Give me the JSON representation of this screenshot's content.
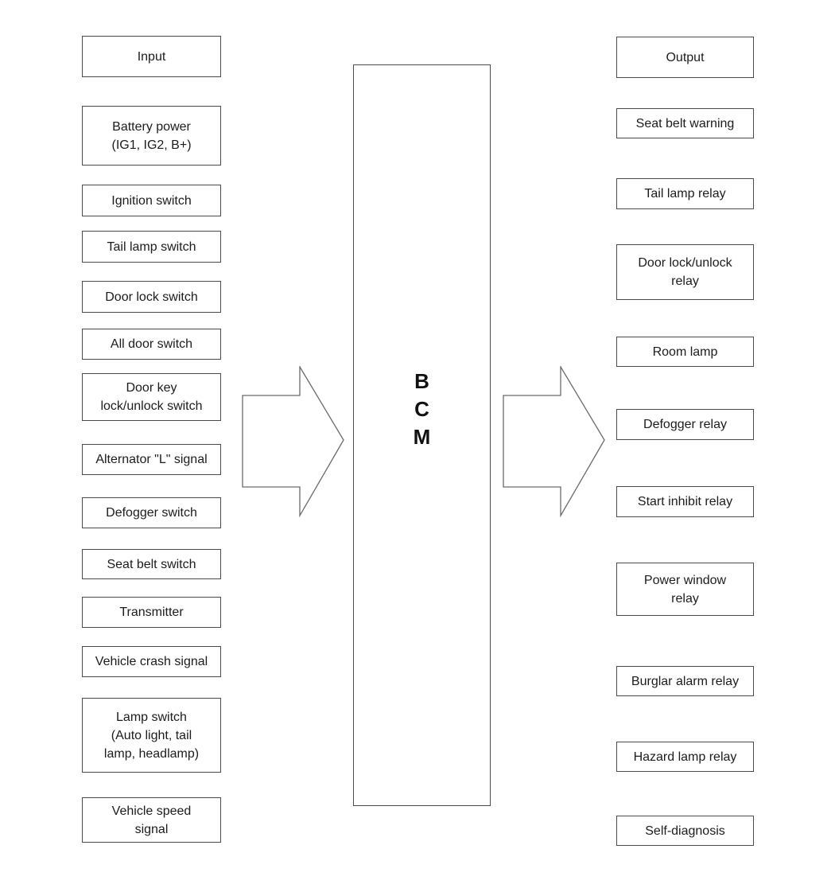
{
  "bcm": {
    "label": "B\nC\nM"
  },
  "inputs": {
    "header": "Input",
    "items": [
      "Battery power\n(IG1, IG2, B+)",
      "Ignition switch",
      "Tail lamp switch",
      "Door lock switch",
      "All door switch",
      "Door key\nlock/unlock switch",
      "Alternator \"L\" signal",
      "Defogger switch",
      "Seat belt switch",
      "Transmitter",
      "Vehicle crash signal",
      "Lamp switch\n(Auto light, tail\nlamp, headlamp)",
      "Vehicle speed\nsignal"
    ]
  },
  "outputs": {
    "header": "Output",
    "items": [
      "Seat belt warning",
      "Tail lamp relay",
      "Door lock/unlock\nrelay",
      "Room lamp",
      "Defogger relay",
      "Start inhibit relay",
      "Power window\nrelay",
      "Burglar alarm relay",
      "Hazard lamp relay",
      "Self-diagnosis"
    ]
  },
  "colors": {
    "background": "#ffffff",
    "box_border": "#4a4a4a",
    "text": "#1c1c1c",
    "arrow_stroke": "#6b6b6b"
  }
}
